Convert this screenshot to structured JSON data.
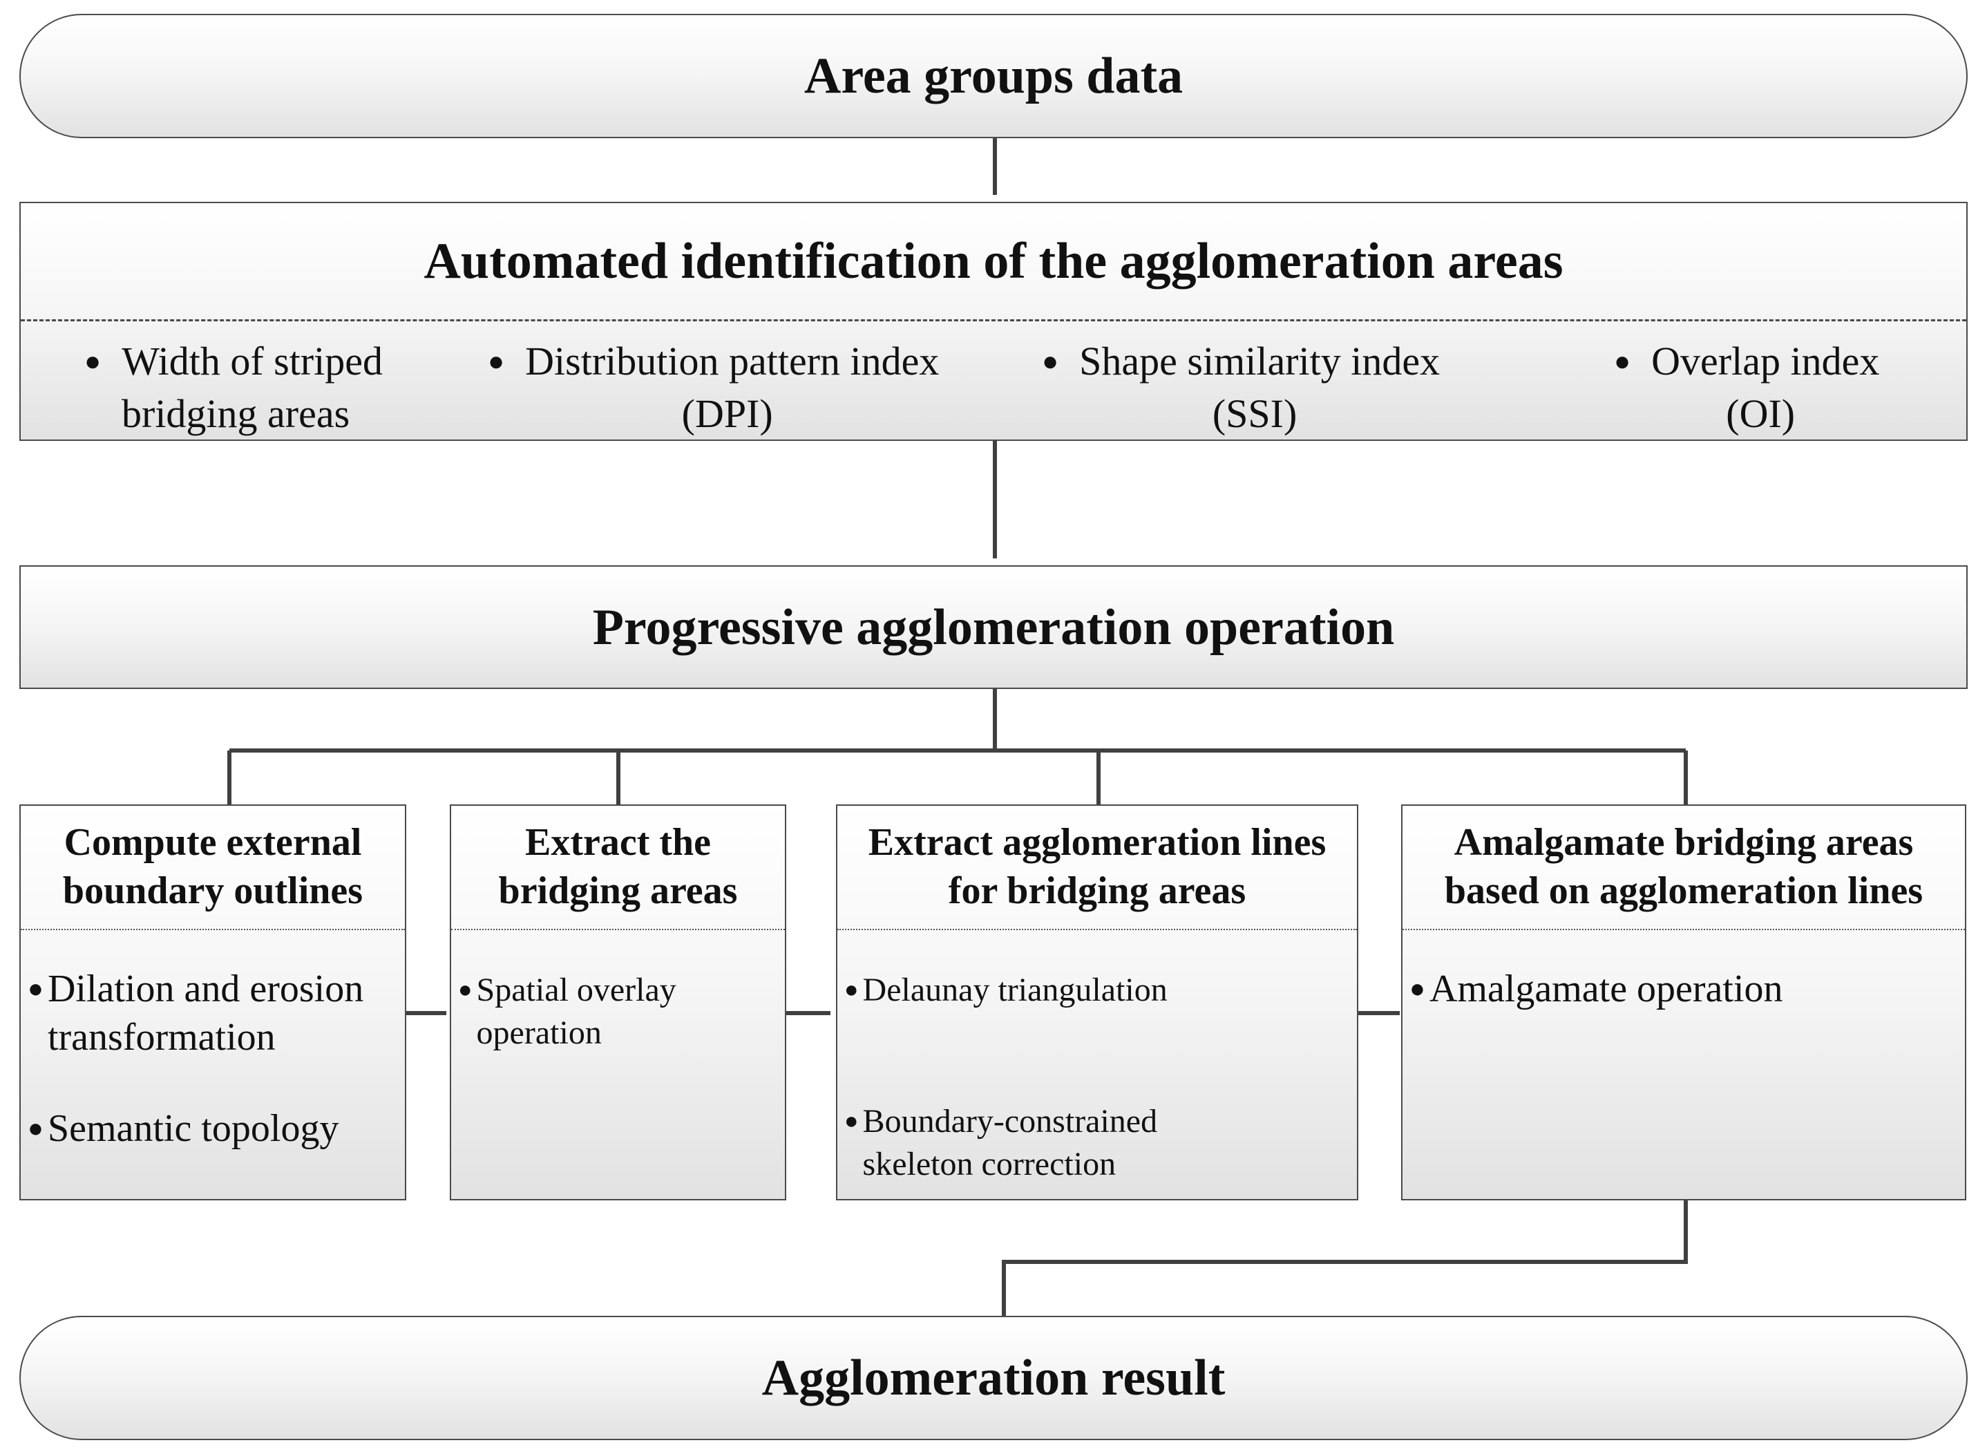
{
  "input": {
    "label": "Area groups data"
  },
  "identification": {
    "title": "Automated identification of the agglomeration areas",
    "indices": [
      {
        "line1": "Width of striped",
        "line2": "bridging areas"
      },
      {
        "line1": "Distribution pattern index",
        "line2": "(DPI)"
      },
      {
        "line1": "Shape similarity index",
        "line2": "(SSI)"
      },
      {
        "line1": "Overlap index",
        "line2": "(OI)"
      }
    ]
  },
  "progressive": {
    "title": "Progressive agglomeration operation"
  },
  "steps": [
    {
      "title_line1": "Compute external",
      "title_line2": "boundary outlines",
      "bullets": [
        {
          "line1": "Dilation and erosion",
          "line2": "transformation"
        },
        {
          "line1": "Semantic topology",
          "line2": ""
        }
      ]
    },
    {
      "title_line1": "Extract the",
      "title_line2": "bridging areas",
      "bullets": [
        {
          "line1": "Spatial overlay",
          "line2": "operation"
        }
      ]
    },
    {
      "title_line1": "Extract agglomeration lines",
      "title_line2": "for bridging areas",
      "bullets": [
        {
          "line1": "Delaunay triangulation",
          "line2": ""
        },
        {
          "line1": "Boundary-constrained",
          "line2": "skeleton correction"
        }
      ]
    },
    {
      "title_line1": "Amalgamate bridging areas",
      "title_line2": "based on agglomeration lines",
      "bullets": [
        {
          "line1": "Amalgamate operation",
          "line2": ""
        }
      ]
    }
  ],
  "output": {
    "label": "Agglomeration result"
  },
  "colors": {
    "stroke": "#404040",
    "box_top": "#ffffff",
    "box_bottom": "#e2e2e2"
  }
}
